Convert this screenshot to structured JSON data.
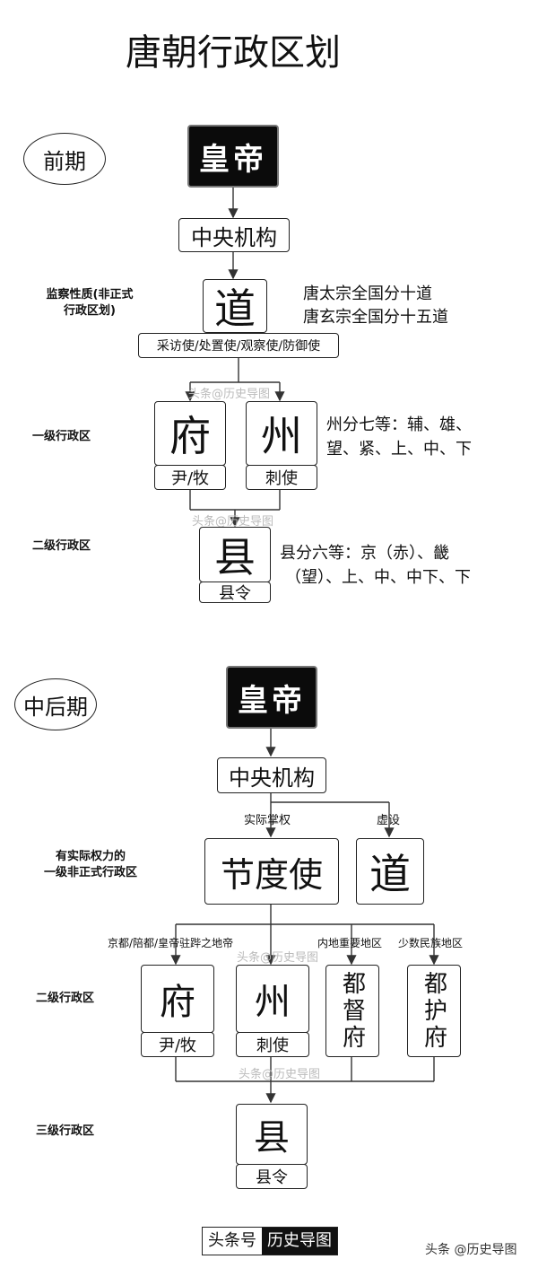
{
  "title": "唐朝行政区划",
  "early": {
    "period": "前期",
    "emperor": "皇帝",
    "central": "中央机构",
    "label_supervision": "监察性质(非正式\n行政区划)",
    "dao": "道",
    "dao_note_1": "唐太宗全国分十道",
    "dao_note_2": "唐玄宗全国分十五道",
    "envoys": "采访使/处置使/观察使/防御使",
    "label_level1": "一级行政区",
    "fu": "府",
    "fu_official": "尹/牧",
    "zhou": "州",
    "zhou_official": "刺使",
    "zhou_note_1": "州分七等：辅、雄、",
    "zhou_note_2": "望、紧、上、中、下",
    "label_level2": "二级行政区",
    "xian": "县",
    "xian_official": "县令",
    "xian_note_1": "县分六等：京（赤）、畿",
    "xian_note_2": "（望）、上、中、中下、下"
  },
  "late": {
    "period": "中后期",
    "emperor": "皇帝",
    "central": "中央机构",
    "edge_real": "实际掌权",
    "edge_nominal": "虚设",
    "label_informal": "有实际权力的\n一级非正式行政区",
    "jiedushi": "节度使",
    "dao": "道",
    "edge_capitals": "京都/陪都/皇帝驻跸之地帝",
    "edge_inland": "内地重要地区",
    "edge_minority": "少数民族地区",
    "label_level2": "二级行政区",
    "fu": "府",
    "fu_official": "尹/牧",
    "zhou": "州",
    "zhou_official": "刺使",
    "dudufu": "都督府",
    "duhufu": "都护府",
    "label_level3": "三级行政区",
    "xian": "县",
    "xian_official": "县令"
  },
  "watermark": "头条@历史导图",
  "footer": {
    "brand_left": "头条号",
    "brand_right": "历史导图",
    "credit": "头条 @历史导图"
  }
}
